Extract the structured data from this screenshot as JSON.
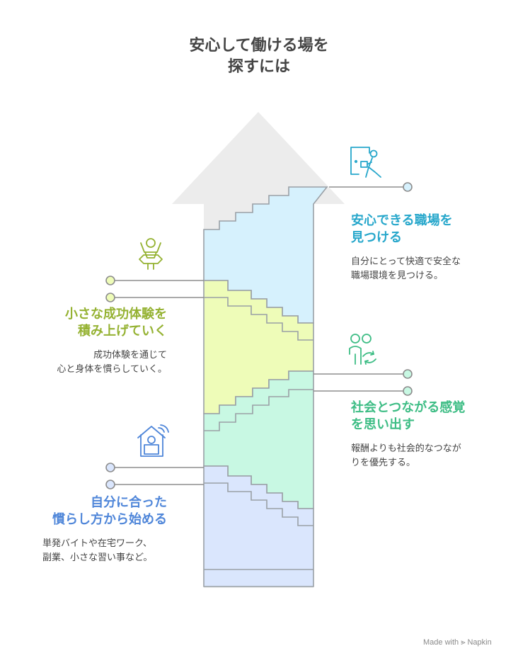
{
  "title": {
    "line1": "安心して働ける場を",
    "line2": "探すには"
  },
  "colors": {
    "arrow": "#ececec",
    "step1": "#d6f1fd",
    "step1_text": "#27a7cb",
    "step2": "#eefcb8",
    "step2_text": "#95b232",
    "step3": "#c8f8e3",
    "step3_text": "#3ebd85",
    "step4": "#dae6fd",
    "step4_text": "#4f86d9"
  },
  "steps": [
    {
      "heading_line1": "安心できる職場を",
      "heading_line2": "見つける",
      "desc_line1": "自分にとって快適で安全な",
      "desc_line2": "職場環境を見つける。",
      "icon": "worker-at-door-icon"
    },
    {
      "heading_line1": "小さな成功体験を",
      "heading_line2": "積み上げていく",
      "desc_line1": "成功体験を通じて",
      "desc_line2": "心と身体を慣らしていく。",
      "icon": "person-celebrating-icon"
    },
    {
      "heading_line1": "社会とつながる感覚",
      "heading_line2": "を思い出す",
      "desc_line1": "報酬よりも社会的なつなが",
      "desc_line2": "りを優先する。",
      "icon": "people-connecting-icon"
    },
    {
      "heading_line1": "自分に合った",
      "heading_line2": "慣らし方から始める",
      "desc_line1": "単発バイトや在宅ワーク、",
      "desc_line2": "副業、小さな習い事など。",
      "icon": "remote-work-home-icon"
    }
  ],
  "credit": "Made with ⪢ Napkin"
}
